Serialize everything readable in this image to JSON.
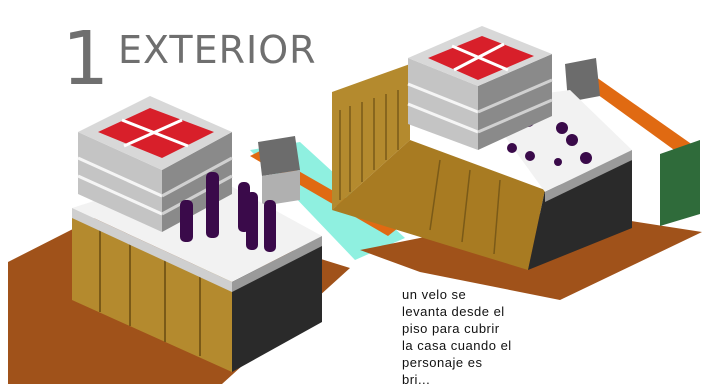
{
  "title": {
    "number": "1",
    "word": "EXTERIOR"
  },
  "caption": {
    "text": "un velo se\nlevanta desde el\npiso para cubrir\nla casa cuando el\npersonaje es\nbri..."
  },
  "colors": {
    "ground": "#a0521a",
    "slab": "#f0f0f0",
    "wall_gray": "#b8b8b8",
    "wall_dark": "#8a8a8a",
    "red_floor": "#d81f2a",
    "purple": "#3a0a4a",
    "wood": "#b48a2e",
    "wood_dark": "#7a5a18",
    "cyan": "#8ff0e0",
    "orange": "#e06a12",
    "green": "#2f6b3a",
    "black": "#111111"
  }
}
